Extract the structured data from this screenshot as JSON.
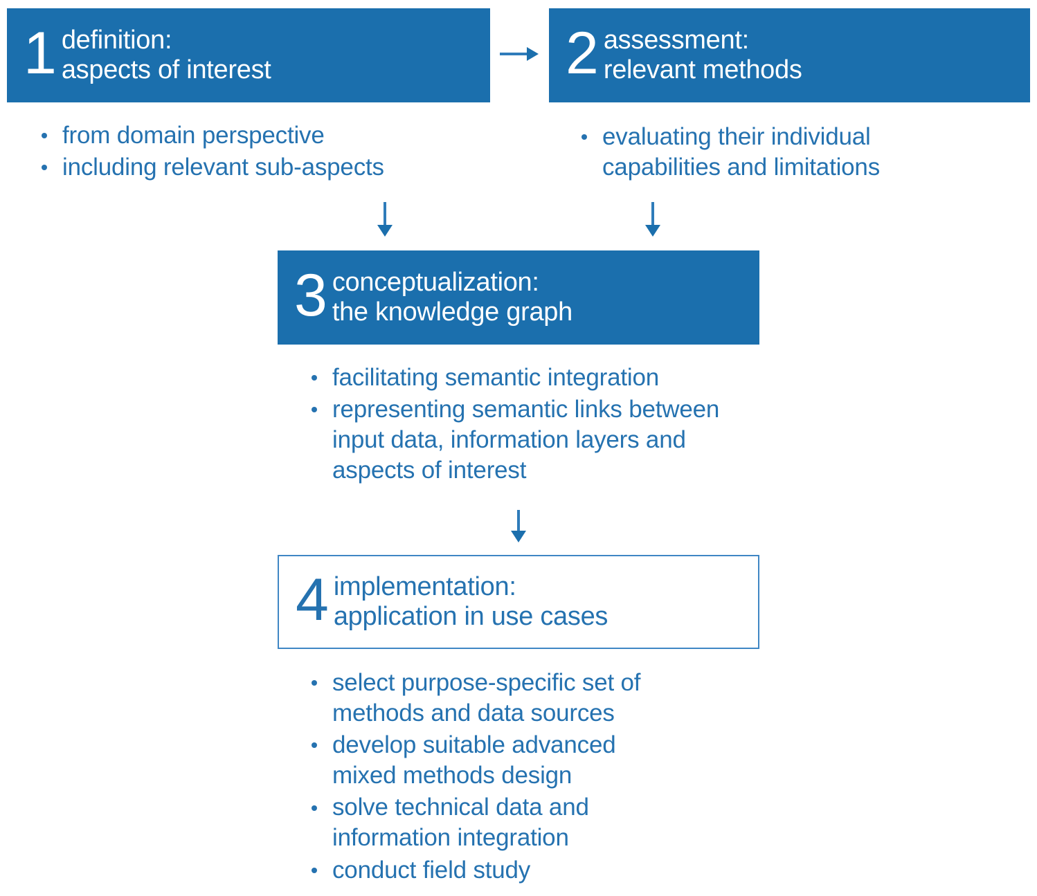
{
  "diagram": {
    "title": "four-step methodology flow diagram",
    "colors": {
      "box_fill": "#1b6fad",
      "box_outline": "#3f86c4",
      "text_blue": "#2572b0",
      "text_white": "#ffffff",
      "background": "#ffffff"
    },
    "steps": [
      {
        "number": "1",
        "title_line1": "definition:",
        "title_line2": "aspects of interest",
        "style": "filled",
        "bullets": [
          "from domain perspective",
          "including relevant sub-aspects"
        ]
      },
      {
        "number": "2",
        "title_line1": "assessment:",
        "title_line2": "relevant methods",
        "style": "filled",
        "bullets": [
          "evaluating their individual capabilities and limitations"
        ]
      },
      {
        "number": "3",
        "title_line1": "conceptualization:",
        "title_line2": "the knowledge graph",
        "style": "filled",
        "bullets": [
          "facilitating semantic integration",
          "representing semantic links between input data, information layers and aspects of interest"
        ]
      },
      {
        "number": "4",
        "title_line1": "implementation:",
        "title_line2": "application in use cases",
        "style": "outlined",
        "bullets": [
          "select purpose-specific set of methods and data sources",
          "develop suitable advanced mixed methods design",
          "solve technical data and information integration",
          "conduct field study"
        ]
      }
    ],
    "connectors": [
      {
        "name": "arrow-step1-to-step2",
        "direction": "right"
      },
      {
        "name": "arrow-step1-to-step3",
        "direction": "down"
      },
      {
        "name": "arrow-step2-to-step3",
        "direction": "down"
      },
      {
        "name": "arrow-step3-to-step4",
        "direction": "down"
      }
    ]
  }
}
